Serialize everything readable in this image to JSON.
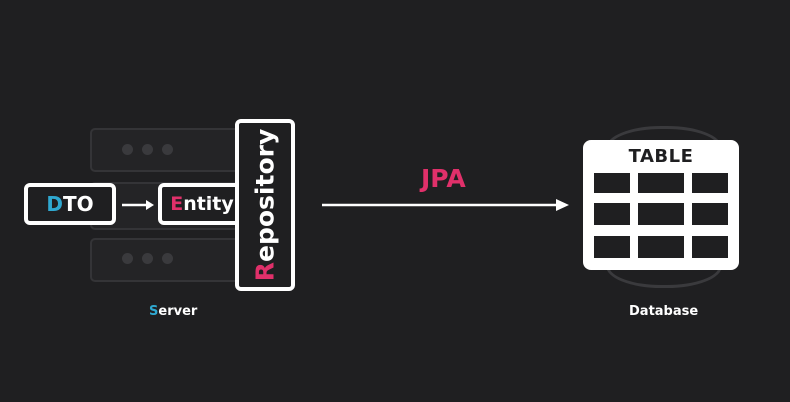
{
  "diagram": {
    "dto": {
      "initial": "D",
      "rest": "TO"
    },
    "entity": {
      "initial": "E",
      "rest": "ntity"
    },
    "repository": {
      "initial": "R",
      "rest": "epository"
    },
    "server": {
      "initial": "S",
      "rest": "erver"
    },
    "jpa_label": "JPA",
    "table_title": "TABLE",
    "database_label": "Database",
    "colors": {
      "cyan": "#2fa8d0",
      "pink": "#e0306a",
      "white": "#ffffff",
      "background": "#1f1f21"
    }
  }
}
